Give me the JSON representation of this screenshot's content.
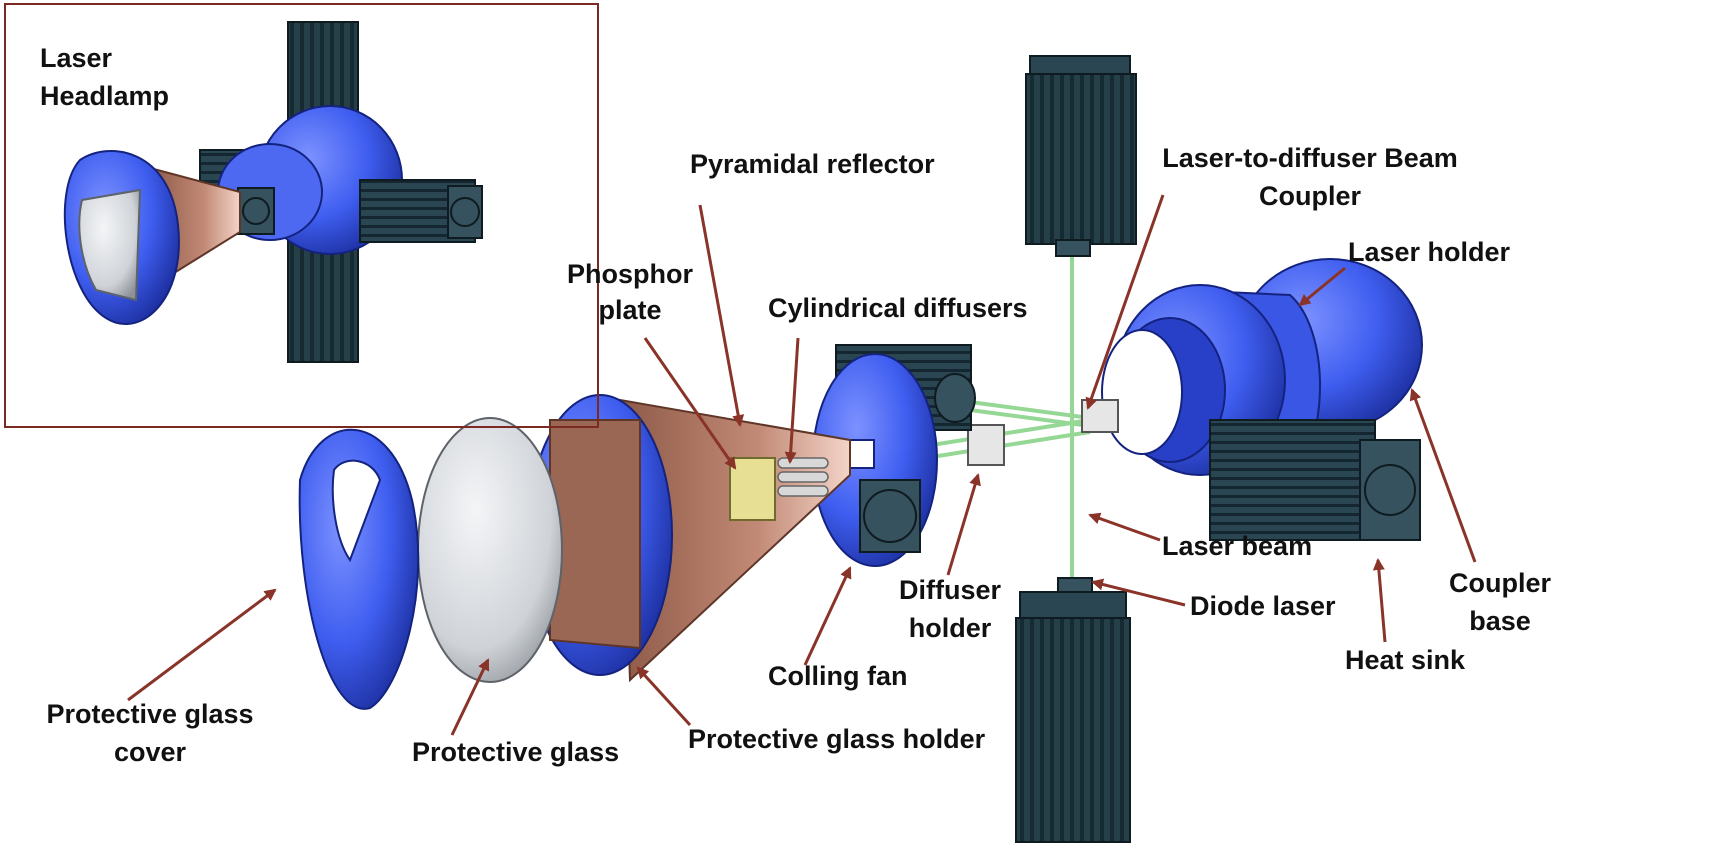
{
  "colors": {
    "body_blue": "#3f5ef0",
    "body_blue_dark": "#1f36b8",
    "heatsink": "#26404a",
    "heatsink_dark": "#13232a",
    "copper": "#b07a66",
    "phosphor": "#e7df93",
    "glass": "#cfd3d8",
    "beam": "#8ad48a",
    "arrow": "#8a3328",
    "inset_border": "#7a2a22"
  },
  "inset": {
    "title_line1": "Laser",
    "title_line2": "Headlamp"
  },
  "labels": {
    "pyramidal_reflector": "Pyramidal reflector",
    "phosphor_plate_l1": "Phosphor",
    "phosphor_plate_l2": "plate",
    "cylindrical_diffusers": "Cylindrical diffusers",
    "beam_coupler_l1": "Laser-to-diffuser Beam",
    "beam_coupler_l2": "Coupler",
    "laser_holder": "Laser holder",
    "laser_beam": "Laser beam",
    "diffuser_holder_l1": "Diffuser",
    "diffuser_holder_l2": "holder",
    "diode_laser": "Diode laser",
    "coupler_base_l1": "Coupler",
    "coupler_base_l2": "base",
    "heat_sink": "Heat sink",
    "colling_fan": "Colling fan",
    "protective_glass_cover_l1": "Protective glass",
    "protective_glass_cover_l2": "cover",
    "protective_glass": "Protective glass",
    "protective_glass_holder": "Protective glass holder"
  }
}
